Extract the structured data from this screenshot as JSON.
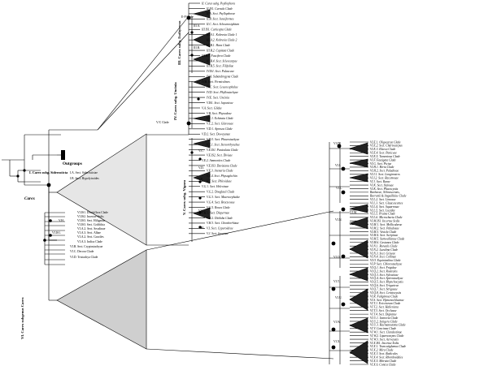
{
  "genus_label": "Carex",
  "outgroups_label": "Outgroups",
  "subgenera": {
    "siderosticta": "I. Carex subg. Siderosticta",
    "psyllophora": "II. Carex subg. Psyllophora",
    "euthyceras": "III. Carex subg. Euthyceras",
    "uncinia": "IV. Carex subg. Uncinia",
    "vignea": "V. Carex subg. Vignea",
    "carex": "VI. Carex subgenus Carex"
  },
  "clade_nodes": {
    "ep": "E-P Clade",
    "vc": "V/C Clade"
  },
  "node_labels": [
    "III.A.",
    "III.B.",
    "V.C.",
    "V.D.",
    "V.E.",
    "V.G.",
    "V.H.",
    "VI.IS1.",
    "VI.A.",
    "VI.F.",
    "VI.D.",
    "VI.I.",
    "VI.L.",
    "VI.M.",
    "VI.N.",
    "VI.O.",
    "VI.T.",
    "VI.U.",
    "VI.W.",
    "VI.X."
  ],
  "left_labels": [
    "I.A. Sect. Siderostictae",
    "I.B. Sect. Hypolytroides",
    "VI.IS1. Dissitiflora Clade",
    "VI.IS2. Incertae Sedis",
    "VI.IS3. Sect. Hiliganae",
    "VI.IS3. Sect. Griffithia",
    "VI.A.2. Sect. Secalinae",
    "VI.A.3. Sect. Albae",
    "VI.A.2. Sect. Graciles",
    "VI.A.3. Indica Clade",
    "VI.B. Sect. Cryptostachyae",
    "VI.C. Decora Clade",
    "VI.D. Tristachya Clade"
  ],
  "middle_labels": [
    "II. Carex subg. Psyllophora",
    "II.IS1. Curvula Clade",
    "II.A. Sect. Psyllophorae",
    "II.B. Sect. Junciformes",
    "II.C. Sect. Schoenoxiphium",
    "III.IS1. Curticepta Clade",
    "III.A.1. Kobresia Clade 1",
    "III.A.2. Kobresia Clade 2",
    "III.B.1. Hara Clade",
    "III.B.2. Capitata Clade",
    "III.B.3. Fuscifera Clade",
    "III.B.4. Sect. Scleocarpae",
    "III.B.5. Sect. Filifoliae",
    "IV.IS1. Sect. Paleaceae",
    "IV.A. Subandrogyna Clade",
    "IV.B. Sect. Firmiculmes",
    "IV.C. Sect. Leucocephalae",
    "IV.D. Sect. Phyllostachyae",
    "IV.E. Sect. Uncinia",
    "V.IS1. Sect. Japonicae",
    "V.A. Sect. Glidae",
    "V.B. Sect. Physodeae",
    "V.C.1. Echinata Clade",
    "V.C.2. Sect. Glareosae",
    "V.D.1. Aprosea Clade",
    "V.D.2. Sect. Deweyanae",
    "V.D.3. Sect. Phaeostachyae",
    "V.E.1. Sect. Stenorrhynchae",
    "V.E.IS1. Paniculata Clade",
    "V.E.IS2. Sect. Divisae",
    "V.E.2. Ammorites Clade",
    "V.E.IS3. Davisiana Clade",
    "V.E.3. Arenaria Clade",
    "V.E.4. Sect. Physoglochin",
    "V.F. Sect. Phleoideae",
    "V.G.1. Sect. Heleoinae",
    "V.G.2. Douglasii Clade",
    "V.G.3. Sect. Macrocephalae",
    "V.G.4. Sect. Bracteosae",
    "V.G.5. Rosea Clade",
    "V.H.1. Sect. Dispermae",
    "V.H.2. Ditiloba Clade",
    "V.H.3. Sect. Chordorrhizae",
    "V.I. Sect. Cyperoideae",
    "V.J. Sect. Inversae"
  ],
  "right_labels": [
    "VI.E.1. Oligocarya Clade",
    "VI.E.2. Sect. Chartocarpus",
    "VI.E.3. Elueca Clade",
    "VI.E.4. Sect. Paniceae",
    "VI.E.5. Tumentosa Clade",
    "VI.F. Fastigata Clade",
    "VI.G. Sect. Pictae",
    "VI.H.1. Hirta Clade",
    "VI.H.2. Sect. Paludosae",
    "VI.I.1. Sect. Longirostres",
    "VI.I.2. Sect. Racemosae",
    "VI.J. Sect. Rarae",
    "VI.K. Sect. Stylosae",
    "VI.K. Sect. Phacocystis",
    "Barbarae, Nebrascensis,",
    "Burrattii & Anguillulae Clade",
    "VI.L.2. Sect. Limosae",
    "VI.L.3. Sect. Glaucescentes",
    "VI.L.4. Sect. Squarrosae",
    "VI.L.5. Sect. Lucidae",
    "VI.L.5. Pruina Clade",
    "VI.L.6. Microchaeta Clade",
    "VI.M.IS1. Incertae Sedis",
    "VI.M.1. Sect. Mollicularae",
    "VI.M.2. Sect. Paludosae",
    "VI.M.3. Vesicla Clade",
    "VI.M.4. Sect. Scirpinae",
    "VI.M.5. Sartwellianae Clade",
    "VI.M.6. Castanea Clade",
    "VI.N.1. Borealis Clade",
    "VI.N.2. Luzulina Clade",
    "VI.N.3. Sect. Griseae",
    "VI.N.4. Sect. Collinae",
    "VI.O. Equinivalina Clade",
    "VI.P. Sect. Chlorostachyae",
    "VI.Q.1. Sect. Frigidae",
    "VI.Q.2. Sect. Rostrales",
    "VI.Q.3. Sect. Sylvaticae",
    "VI.Q.4. Sect. Spirostachyae",
    "VI.Q.5. Sect. Rhynchocystis",
    "VI.Q.6. Sect. Triquetrae",
    "VI.Q.7. Sect. Strigosae",
    "VI.Q.8. Sect. Ceratocystis",
    "VI.R. Fuliginosa Clade",
    "VI.S. Sect. Hymenochlaenae",
    "VI.T.1. Ericetorum Clade",
    "VI.T.2. Sect. Halleriana",
    "VI.T.3. Sect. Occlusae",
    "VI.T.4. Sect. Digitatae",
    "VI.U.1. Ivanovia Clade",
    "VI.U.2. Setigera Clade",
    "VI.U.3. Haematostoma Clade",
    "VI.V. Concinna Clade",
    "VI.W.1. Sect. Clandestinae",
    "VI.W.2. Liparocarpos Clade",
    "VI.W.3. Sect. Acrocystis",
    "VI.X.IS1. Incertae Sedis",
    "VI.X.1. Truncatiglumus Clade",
    "VI.X.2. Mira Clade",
    "VI.X.3. Sect. Radicales",
    "VI.X.4. Sect. Rhomboidales",
    "VI.X.5. Mitrata Clade",
    "VI.X.6. Conica Clade"
  ]
}
